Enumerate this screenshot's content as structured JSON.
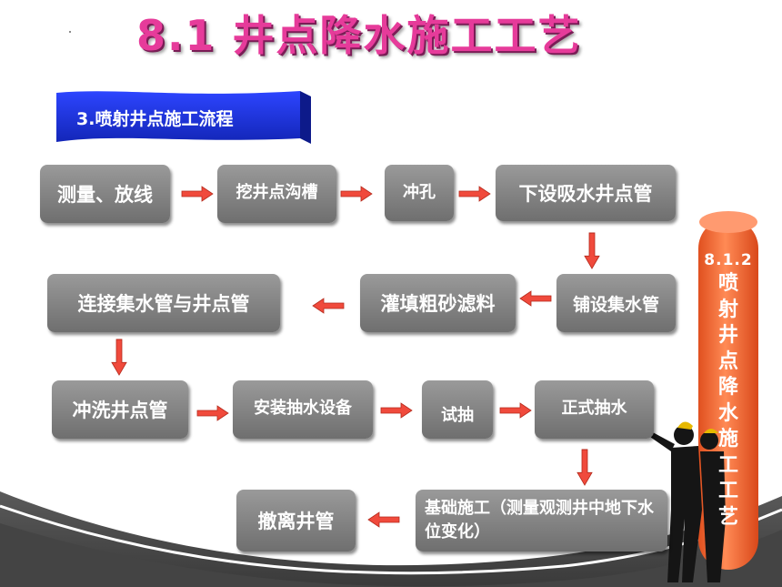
{
  "title": "8.1  井点降水施工工艺",
  "section_banner": {
    "label": "3.喷射井点施工流程"
  },
  "flow_steps": [
    {
      "id": "measure",
      "label": "测量、放线"
    },
    {
      "id": "trench",
      "label": "挖井点沟槽"
    },
    {
      "id": "punch",
      "label": "冲孔"
    },
    {
      "id": "lower-pipe",
      "label": "下设吸水井点管"
    },
    {
      "id": "lay-header",
      "label": "铺设集水管"
    },
    {
      "id": "fill-sand",
      "label": "灌填粗砂滤料"
    },
    {
      "id": "connect",
      "label": "连接集水管与井点管"
    },
    {
      "id": "flush",
      "label": "冲洗井点管"
    },
    {
      "id": "install-pump",
      "label": "安装抽水设备"
    },
    {
      "id": "trial",
      "label": "试抽"
    },
    {
      "id": "formal",
      "label": "正式抽水"
    },
    {
      "id": "foundation",
      "label": "基础施工（测量观测井中地下水位变化）"
    },
    {
      "id": "remove",
      "label": "撤离井管"
    }
  ],
  "side_pillar": {
    "number": "8.1.2",
    "text": "喷\n射\n井\n点\n降\n水\n施\n工\n工\n艺"
  },
  "colors": {
    "title": "#e63b9a",
    "banner": "#1a2fd6",
    "box": "#848484",
    "arrow": "#f04a3c",
    "pillar": "#f06a35"
  }
}
